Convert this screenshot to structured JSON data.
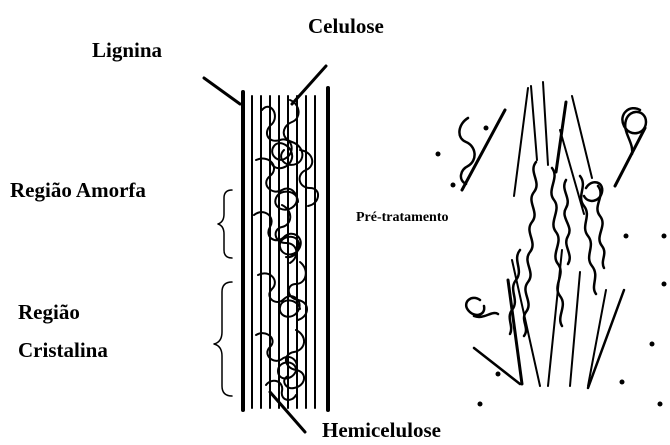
{
  "labels": {
    "lignin": "Lignina",
    "cellulose": "Celulose",
    "amorphous": "Região Amorfa",
    "crystalline_1": "Região",
    "crystalline_2": "Cristalina",
    "pretreatment": "Pré-tratamento",
    "hemicellulose": "Hemicelulose"
  },
  "colors": {
    "ink": "#000000",
    "background": "#ffffff"
  }
}
